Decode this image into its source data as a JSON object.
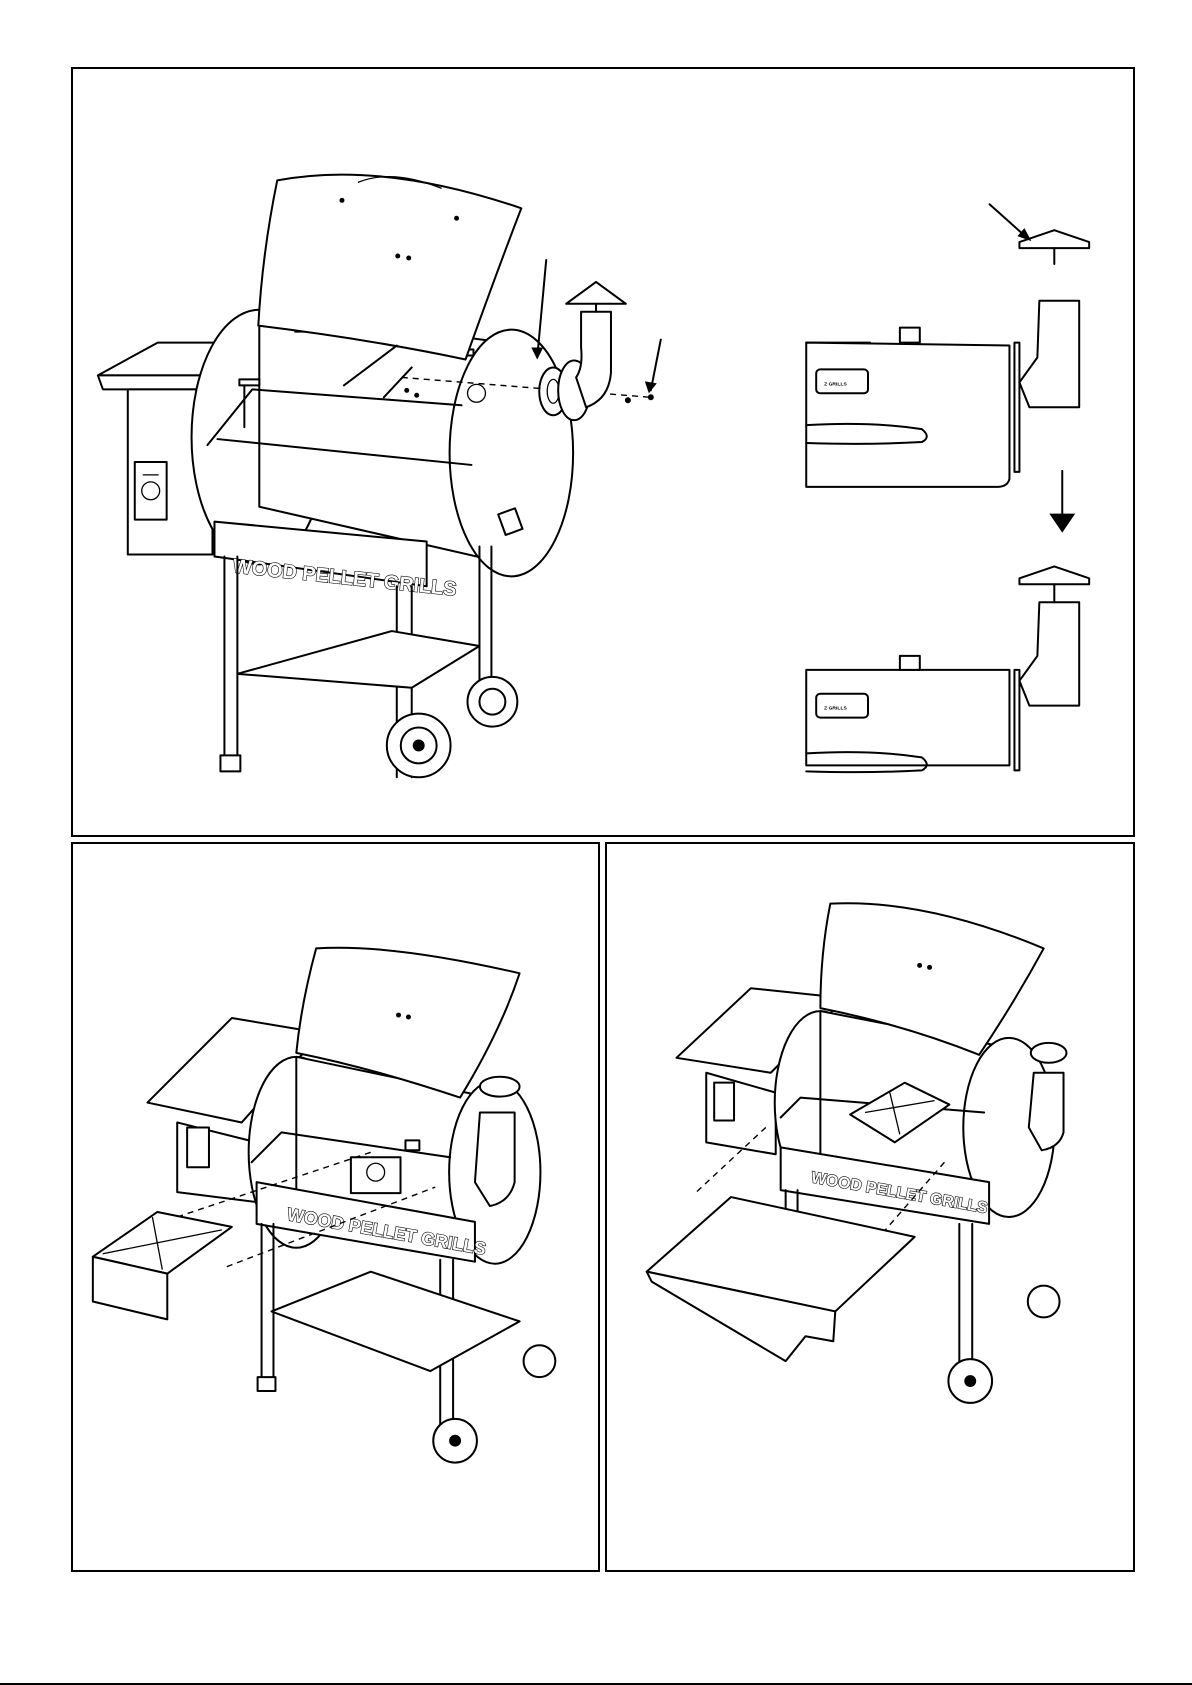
{
  "panels": {
    "top": {
      "grill_brand_text": "WOOD PELLET GRILLS",
      "badge_text": "Z GRILLS",
      "badge_text_lower": "Z GRILLS"
    },
    "bottom_left": {
      "grill_brand_text": "WOOD PELLET GRILLS"
    },
    "bottom_right": {
      "grill_brand_text": "WOOD PELLET GRILLS"
    }
  },
  "colors": {
    "line": "#000000",
    "background": "#ffffff"
  },
  "icons": [
    "arrow-down-icon",
    "pointer-arrow-icon"
  ]
}
